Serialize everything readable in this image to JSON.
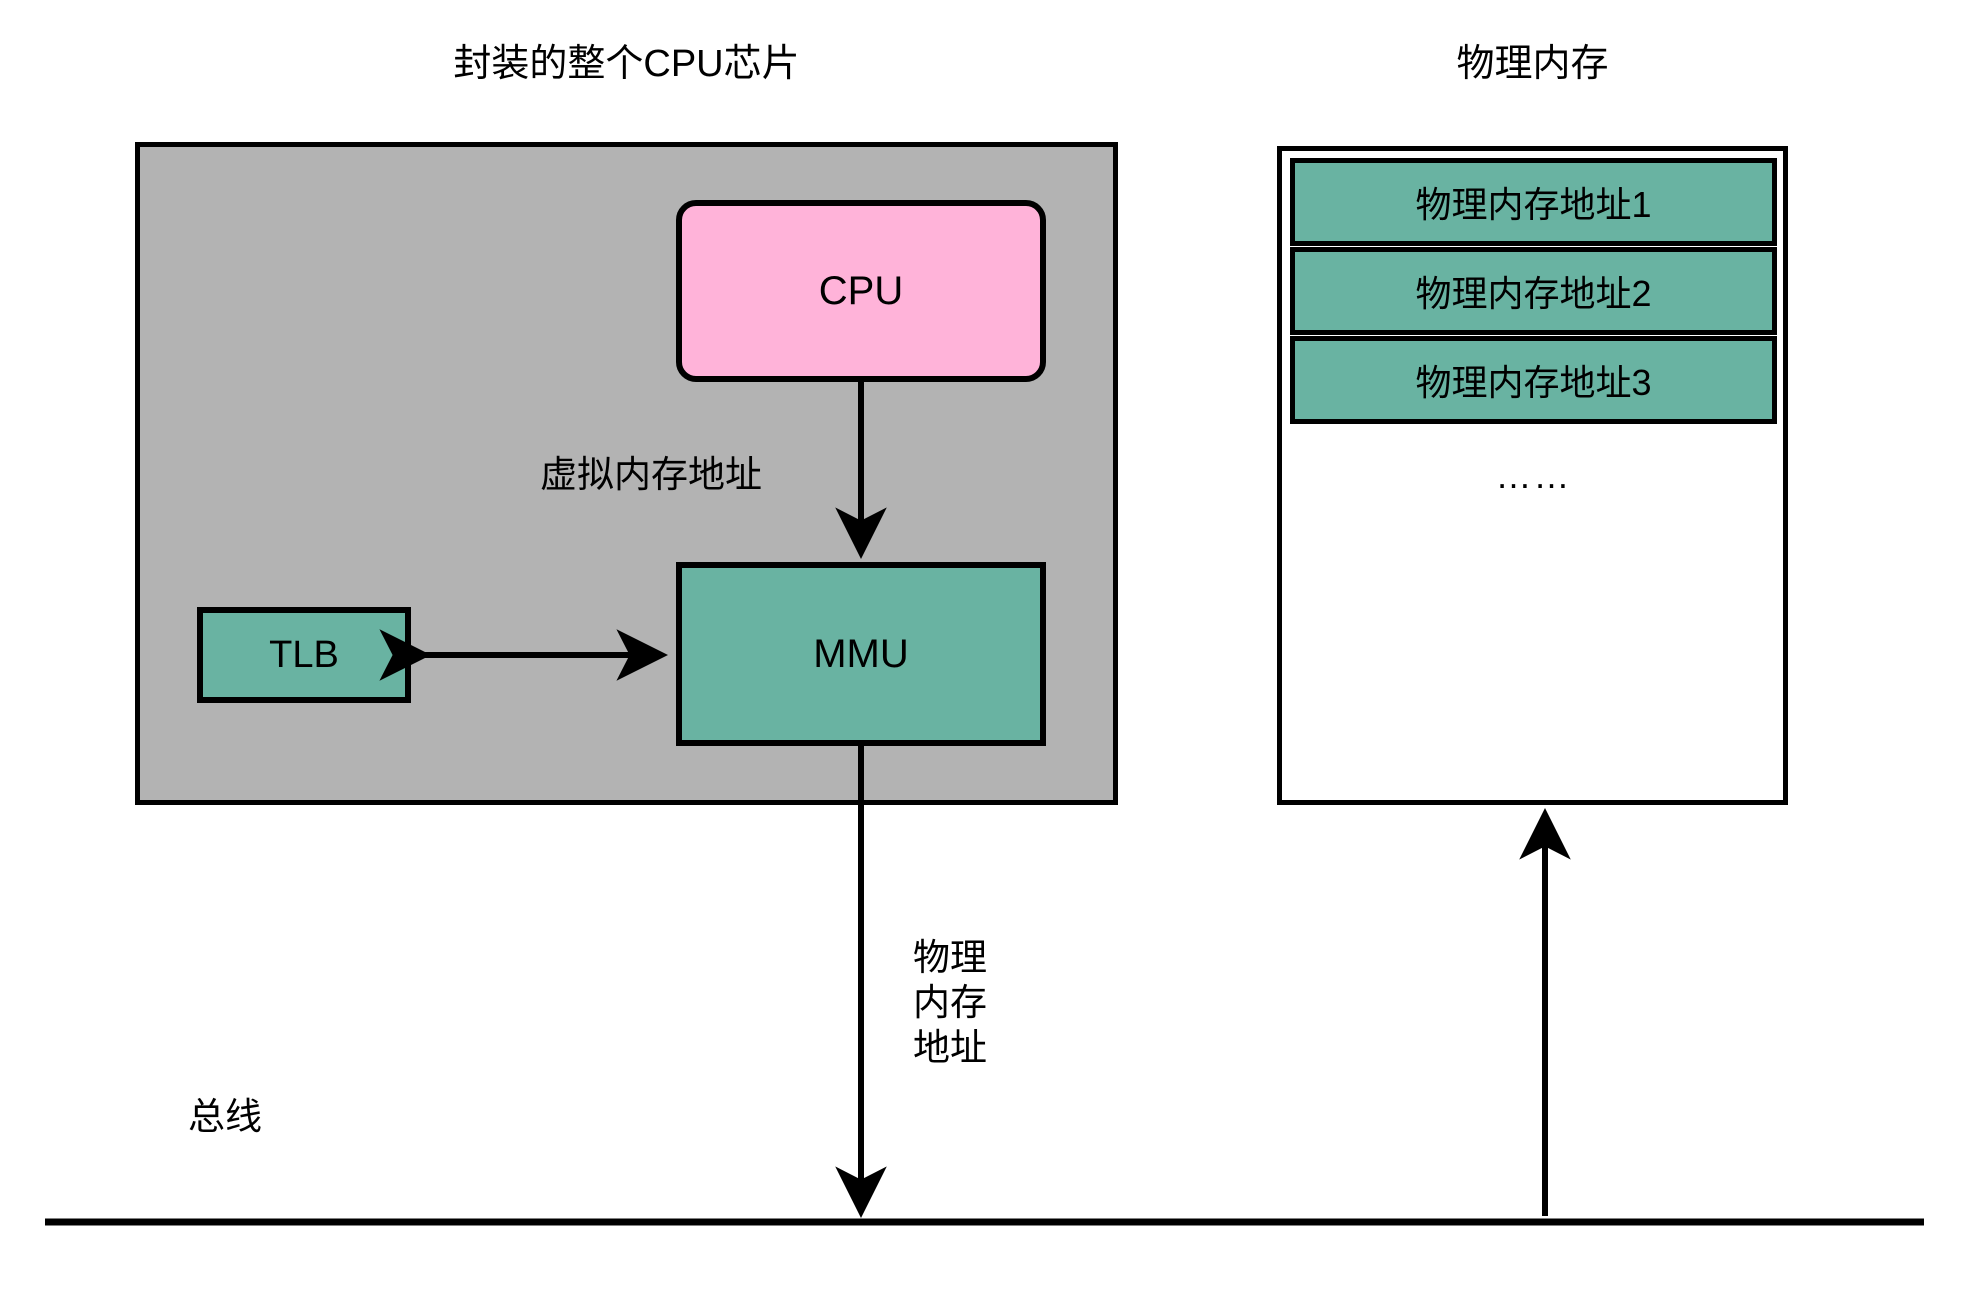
{
  "diagram": {
    "titles": {
      "chip": "封装的整个CPU芯片",
      "memory": "物理内存"
    },
    "nodes": {
      "cpu": {
        "label": "CPU",
        "fill": "#ffb3d9"
      },
      "mmu": {
        "label": "MMU",
        "fill": "#69b3a2"
      },
      "tlb": {
        "label": "TLB",
        "fill": "#69b3a2"
      },
      "chip_package": {
        "fill": "#b3b3b3"
      }
    },
    "memory_rows": [
      {
        "label": "物理内存地址1"
      },
      {
        "label": "物理内存地址2"
      },
      {
        "label": "物理内存地址3"
      }
    ],
    "memory_ellipsis": "……",
    "edges": {
      "cpu_to_mmu": "虚拟内存地址",
      "mmu_to_bus_line1": "物理",
      "mmu_to_bus_line2": "内存",
      "mmu_to_bus_line3": "地址"
    },
    "bus": {
      "label": "总线"
    },
    "colors": {
      "stroke": "#000000",
      "teal": "#69b3a2",
      "pink": "#ffb3d9",
      "gray": "#b3b3b3",
      "background": "#ffffff"
    }
  }
}
